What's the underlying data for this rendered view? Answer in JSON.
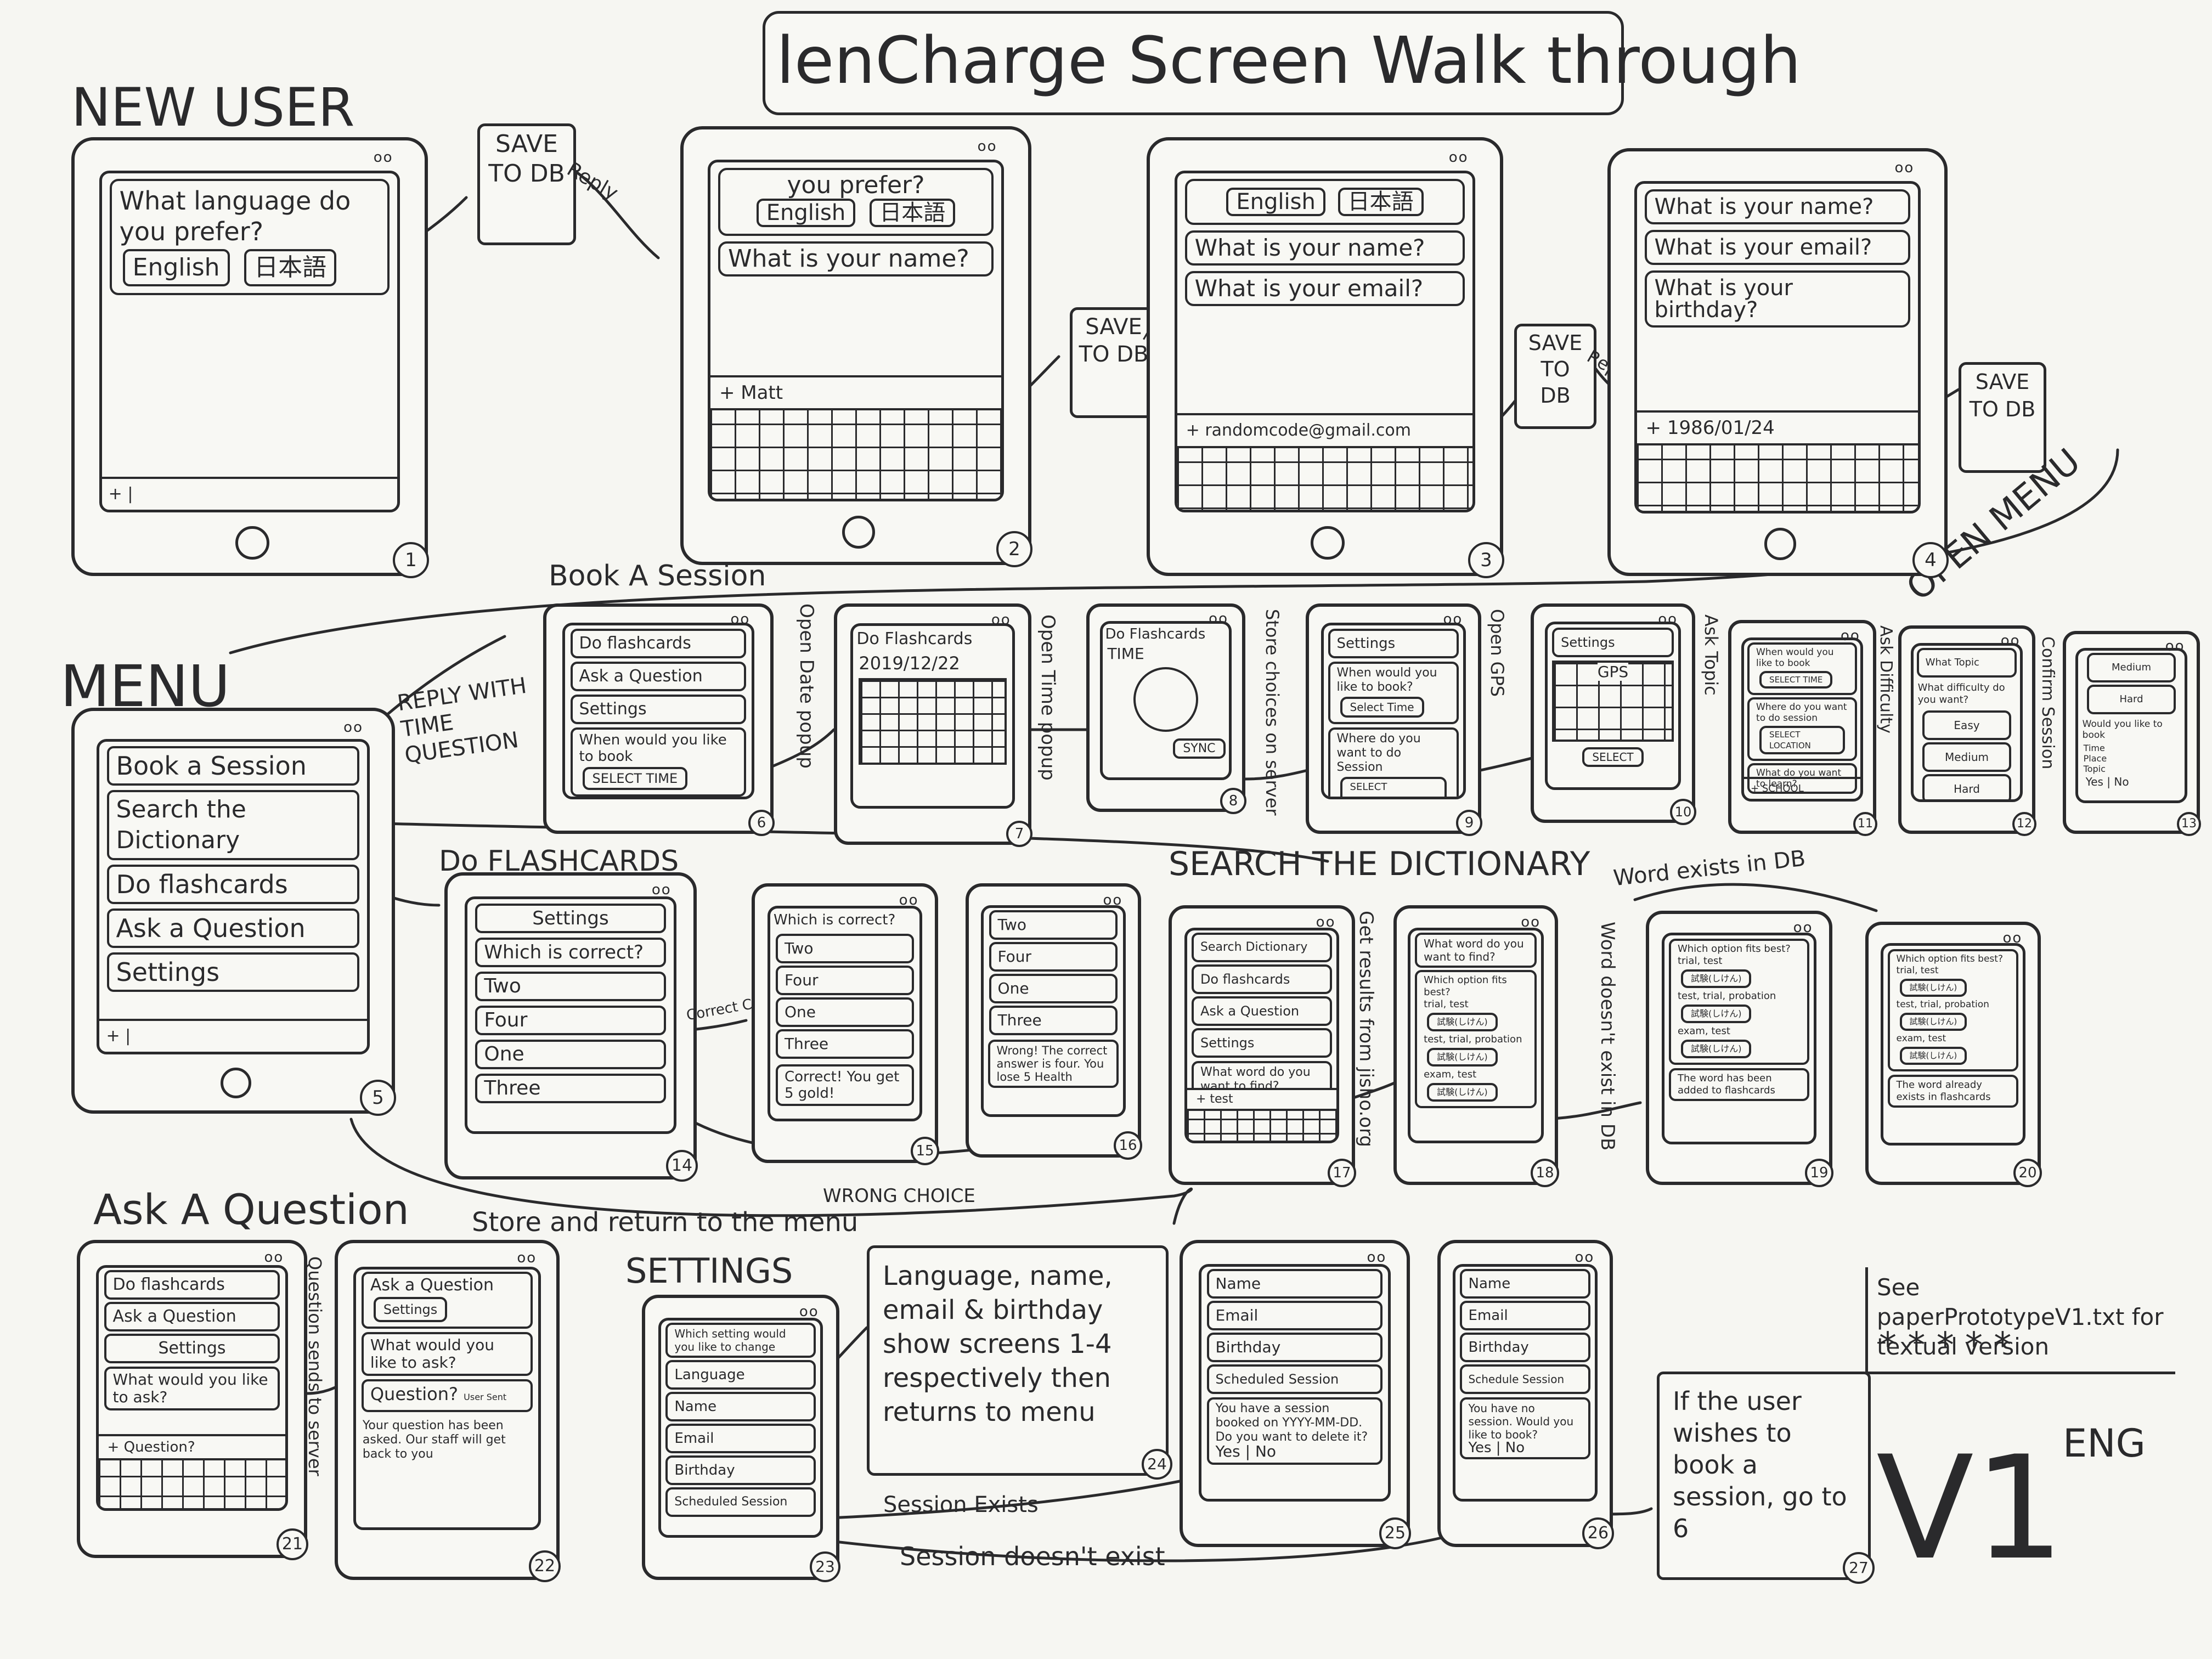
{
  "title": "lenCharge Screen Walk through",
  "sections": {
    "new_user": "NEW USER",
    "menu": "MENU",
    "book": "Book A Session",
    "flashcards": "Do FLASHCARDS",
    "dictionary": "SEARCH THE DICTIONARY",
    "ask": "Ask A Question",
    "settings": "SETTINGS"
  },
  "common": {
    "save_db": "SAVE TO DB",
    "reply": "Reply",
    "english": "English",
    "japanese": "日本語",
    "name_q": "What is your name?",
    "email_q": "What is your email?",
    "birthday_q": "What is your birthday?",
    "do_flashcards": "Do flashcards",
    "ask_question": "Ask a Question",
    "settings": "Settings",
    "which_correct": "Which is correct?",
    "two": "Two",
    "four": "Four",
    "one": "One",
    "three": "Three"
  },
  "screens": {
    "s1": {
      "q": "What language do you prefer?",
      "num": "1"
    },
    "s2": {
      "top": "you prefer?",
      "input": "Matt",
      "num": "2"
    },
    "s3": {
      "input": "randomcode@gmail.com",
      "num": "3"
    },
    "s4": {
      "input": "1986/01/24",
      "num": "4",
      "open_menu": "OPEN MENU"
    },
    "s5": {
      "items": [
        "Book a Session",
        "Search the Dictionary",
        "Do flashcards",
        "Ask a Question",
        "Settings"
      ],
      "num": "5"
    },
    "s6": {
      "q": "When would you like to book",
      "btn": "SELECT TIME",
      "num": "6"
    },
    "s7": {
      "head": "Do Flashcards",
      "date": "2019/12/22",
      "num": "7"
    },
    "s8": {
      "head": "Do Flashcards",
      "sub": "TIME",
      "btn": "SYNC",
      "num": "8"
    },
    "s9": {
      "head": "Settings",
      "q1": "When would you like to book?",
      "b1": "Select Time",
      "q2": "Where do you want to do Session",
      "b2": "SELECT LOCATION",
      "num": "9"
    },
    "s10": {
      "head": "Settings",
      "gps": "GPS",
      "btn": "SELECT",
      "num": "10"
    },
    "s11": {
      "q1": "When would you like to book",
      "b1": "SELECT TIME",
      "q2": "Where do you want to do session",
      "b2": "SELECT LOCATION",
      "q3": "What do you want to learn?",
      "input": "SCHOOL",
      "num": "11"
    },
    "s12": {
      "head": "What Topic",
      "q": "What difficulty do you want?",
      "opts": [
        "Easy",
        "Medium",
        "Hard"
      ],
      "num": "12"
    },
    "s13": {
      "opts": [
        "Medium",
        "Hard"
      ],
      "q": "Would you like to book",
      "lines": [
        "Time",
        "Place",
        "Topic"
      ],
      "yesno": "Yes | No",
      "num": "13"
    },
    "s14": {
      "head": "Settings",
      "num": "14"
    },
    "s15": {
      "msg": "Correct! You get 5 gold!",
      "num": "15"
    },
    "s16": {
      "msg": "Wrong! The correct answer is four. You lose 5 Health",
      "num": "16"
    },
    "s17": {
      "head": "Search Dictionary",
      "q": "What word do you want to find?",
      "input": "test",
      "num": "17"
    },
    "s18": {
      "q": "What word do you want to find?",
      "q2": "Which option fits best?",
      "opts": [
        "trial, test",
        "試験(しけん)",
        "test, trial, probation",
        "試験(しけん)",
        "exam, test",
        "試験(しけん)"
      ],
      "num": "18"
    },
    "s19": {
      "q": "Which option fits best?",
      "msg": "The word has been added to flashcards",
      "num": "19"
    },
    "s20": {
      "q": "Which option fits best?",
      "msg": "The word already exists in flashcards",
      "num": "20"
    },
    "s21": {
      "q": "What would you like to ask?",
      "input": "Question?",
      "num": "21"
    },
    "s22": {
      "top": "Ask a Question",
      "q": "What would you like to ask?",
      "bubble": "Question?",
      "user": "User Sent",
      "msg": "Your question has been asked. Our staff will get back to you",
      "num": "22"
    },
    "s23": {
      "q": "Which setting would you like to change",
      "items": [
        "Language",
        "Name",
        "Email",
        "Birthday",
        "Scheduled Session"
      ],
      "num": "23"
    },
    "s24": {
      "text": "Language, name, email & birthday show screens 1-4 respectively then returns to menu",
      "num": "24"
    },
    "s25": {
      "items": [
        "Name",
        "Email",
        "Birthday",
        "Scheduled Session"
      ],
      "msg": "You have a session booked on YYYY-MM-DD. Do you want to delete it?",
      "yesno": "Yes | No",
      "num": "25"
    },
    "s26": {
      "items": [
        "Name",
        "Email",
        "Birthday",
        "Schedule Session"
      ],
      "msg": "You have no session. Would you like to book?",
      "yesno": "Yes | No",
      "num": "26"
    },
    "s27": {
      "text": "If the user wishes to book a session, go to 6",
      "num": "27"
    }
  },
  "annotations": {
    "reply_time": "REPLY WITH TIME QUESTION",
    "open_date": "Open Date popup",
    "open_time": "Open Time popup",
    "store_session": "Store choices on server",
    "open_gps": "Open GPS",
    "ask_topic": "Ask Topic",
    "ask_difficulty": "Ask Difficulty",
    "confirm": "Confirm Session",
    "correct_choice": "Correct Choice",
    "wrong_choice": "WRONG CHOICE",
    "store_return": "Store and return to the menu",
    "get_results": "Get results from jisho.org",
    "word_exists": "Word exists in DB",
    "word_not_exists": "Word doesn't exist in DB",
    "question_sent": "Question sends to server",
    "session_exists": "Session Exists",
    "session_not_exists": "Session doesn't exist",
    "see_textual": "See paperPrototypeV1.txt for textual version",
    "stars": "* * * * *",
    "version": "V1",
    "lang": "ENG"
  }
}
